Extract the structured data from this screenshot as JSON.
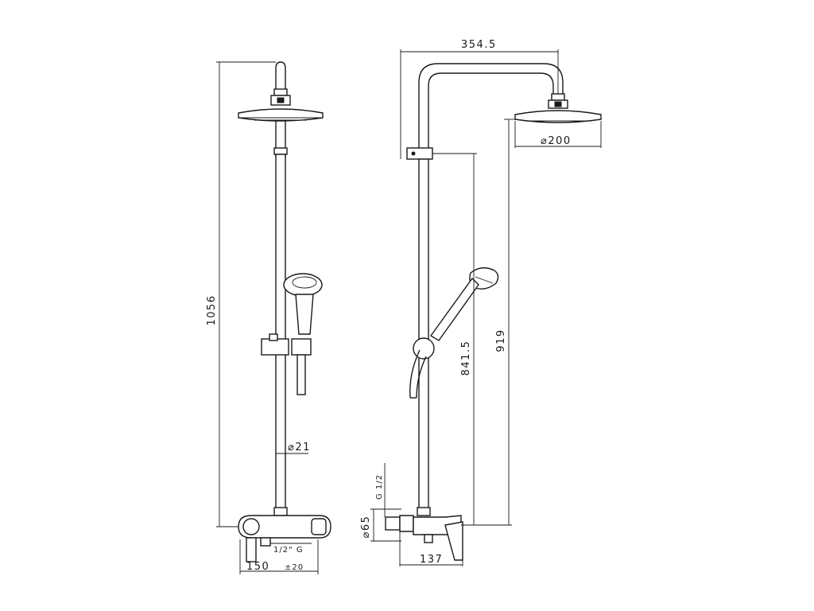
{
  "front_view": {
    "height_total": "1056",
    "pipe_diameter": "⌀21",
    "inlet_thread": "1/2\" G",
    "inlet_spacing": "150",
    "inlet_tolerance": "±20"
  },
  "side_view": {
    "arm_reach": "354.5",
    "head_diameter": "⌀200",
    "height_to_head": "919",
    "height_to_bracket": "841.5",
    "inlet_thread": "G 1/2",
    "body_diameter": "⌀65",
    "body_depth": "137"
  }
}
